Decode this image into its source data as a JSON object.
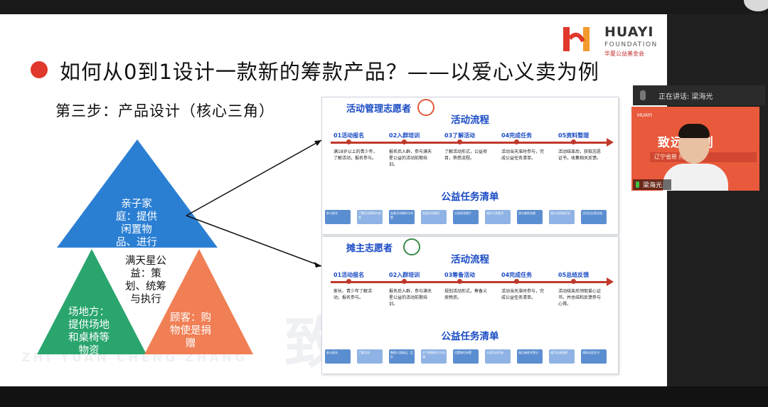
{
  "slide": {
    "title": "如何从0到1设计一款新的筹款产品？——以爱心义卖为例",
    "step": "第三步：产品设计（核心三角）",
    "logo": {
      "name": "HUAYI",
      "sub": "FOUNDATION",
      "cn": "华夏公益基金会"
    },
    "watermark": "致远计",
    "watermark_small": "ZHI YUAN CHENG ZHANG",
    "triangle": {
      "top": "亲子家庭：提供闲置物品、进行义卖",
      "center": "满天星公益：策划、统筹与执行",
      "left": "场地方：提供场地和桌椅等物资",
      "right": "顾客：购物使是捐赠"
    },
    "colors": {
      "top": "#2b7fd3",
      "left": "#2aa56e",
      "right": "#f07f55",
      "accent": "#1a4bc4",
      "timeline": "#c0392b"
    },
    "panels": [
      {
        "title": "活动管理志愿者",
        "flow_title": "活动流程",
        "task_title": "公益任务清单",
        "steps": [
          {
            "label": "01活动报名",
            "desc": "满18岁以上的青少年，了解活动，报名参与。"
          },
          {
            "label": "02入群培训",
            "desc": "报名后入群，参与满天星公益的活动前期培训。"
          },
          {
            "label": "03了解活动",
            "desc": "了解活动形式，公益项目，熟悉流程。"
          },
          {
            "label": "04完成任务",
            "desc": "活动当天准时参与，完成公益任务清单。"
          },
          {
            "label": "05资料整理",
            "desc": "活动结束后，获取志愿证书，收集相关反馈。"
          }
        ],
        "tasks": [
          "参与报名",
          "了解活动规则与流程",
          "准备活动物料与布置",
          "发放活动物资",
          "记录现场照片",
          "维护义卖秩序",
          "清点善款金额",
          "统计志愿者时长",
          "活动后反馈总结"
        ]
      },
      {
        "title": "摊主志愿者",
        "flow_title": "活动流程",
        "task_title": "公益任务清单",
        "steps": [
          {
            "label": "01活动报名",
            "desc": "家长、青少年了解活动，报名参与。"
          },
          {
            "label": "02入群培训",
            "desc": "报名后入群，参与满天星公益的活动前期培训。"
          },
          {
            "label": "03筹备活动",
            "desc": "规划活动形式，筹备义卖物资。"
          },
          {
            "label": "04完成任务",
            "desc": "活动当天准时参与，完成公益任务清单。"
          },
          {
            "label": "05总结反馈",
            "desc": "活动结束后领取爱心证书，并总结和反馈参与心得。"
          }
        ],
        "tasks": [
          "参与报名",
          "了解活动",
          "整理义卖物品、定价",
          "学习销售技巧与沟通",
          "设置摊位布置",
          "义卖活动开始",
          "清点善款并登记",
          "填写反馈表格",
          "领取志愿证书"
        ]
      }
    ]
  },
  "meeting": {
    "speaking_label": "正在讲话: 梁海光",
    "speaker_name": "梁海光",
    "video": {
      "logo": "HUAYI",
      "banner": "致远 计划",
      "subtitle": "辽宁省慈 持项目"
    }
  }
}
